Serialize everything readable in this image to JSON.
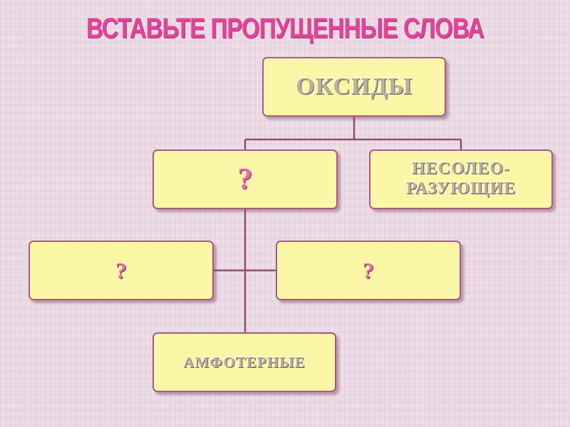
{
  "title": "ВСТАВЬТЕ ПРОПУЩЕННЫЕ СЛОВА",
  "nodes": {
    "root": "ОКСИДЫ",
    "salt_forming": "?",
    "non_salt_forming": "НЕСОЛЕО-\nРАЗУЮЩИЕ",
    "basic": "?",
    "acidic": "?",
    "amphoteric": "АМФОТЕРНЫЕ"
  },
  "colors": {
    "title": "#e0449a",
    "box_fill": "#fbf7a6",
    "box_border": "#a65a8a",
    "connector": "#8f4f74",
    "question_mark": "#e66cb0",
    "background": "#eddde6"
  }
}
